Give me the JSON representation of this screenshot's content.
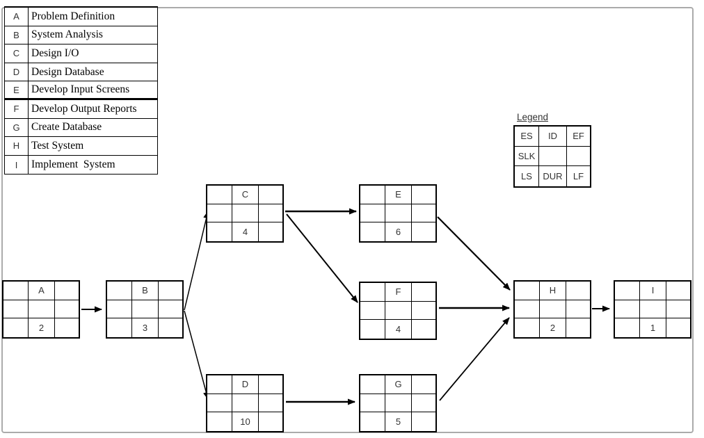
{
  "colors": {
    "frame_border": "#ababab",
    "line_color": "#000000",
    "text_color": "#333333",
    "background": "#ffffff"
  },
  "task_table": {
    "rows": [
      {
        "id": "A",
        "name": "Problem Definition"
      },
      {
        "id": "B",
        "name": "System Analysis"
      },
      {
        "id": "C",
        "name": "Design I/O"
      },
      {
        "id": "D",
        "name": "Design Database"
      },
      {
        "id": "E",
        "name": "Develop Input Screens"
      },
      {
        "id": "F",
        "name": "Develop Output Reports"
      },
      {
        "id": "G",
        "name": "Create Database"
      },
      {
        "id": "H",
        "name": "Test System"
      },
      {
        "id": "I",
        "name": "Implement  System"
      }
    ]
  },
  "legend": {
    "title": "Legend",
    "grid": [
      [
        "ES",
        "ID",
        "EF"
      ],
      [
        "SLK",
        "",
        ""
      ],
      [
        "LS",
        "DUR",
        "LF"
      ]
    ]
  },
  "diagram": {
    "nodes": [
      {
        "id": "A",
        "duration": "2"
      },
      {
        "id": "B",
        "duration": "3"
      },
      {
        "id": "C",
        "duration": "4"
      },
      {
        "id": "D",
        "duration": "10"
      },
      {
        "id": "E",
        "duration": "6"
      },
      {
        "id": "F",
        "duration": "4"
      },
      {
        "id": "G",
        "duration": "5"
      },
      {
        "id": "H",
        "duration": "2"
      },
      {
        "id": "I",
        "duration": "1"
      }
    ],
    "edges": [
      {
        "from": "A",
        "to": "B"
      },
      {
        "from": "B",
        "to": "C"
      },
      {
        "from": "B",
        "to": "D"
      },
      {
        "from": "C",
        "to": "E"
      },
      {
        "from": "C",
        "to": "F"
      },
      {
        "from": "D",
        "to": "G"
      },
      {
        "from": "E",
        "to": "H"
      },
      {
        "from": "F",
        "to": "H"
      },
      {
        "from": "G",
        "to": "H"
      },
      {
        "from": "H",
        "to": "I"
      }
    ]
  }
}
